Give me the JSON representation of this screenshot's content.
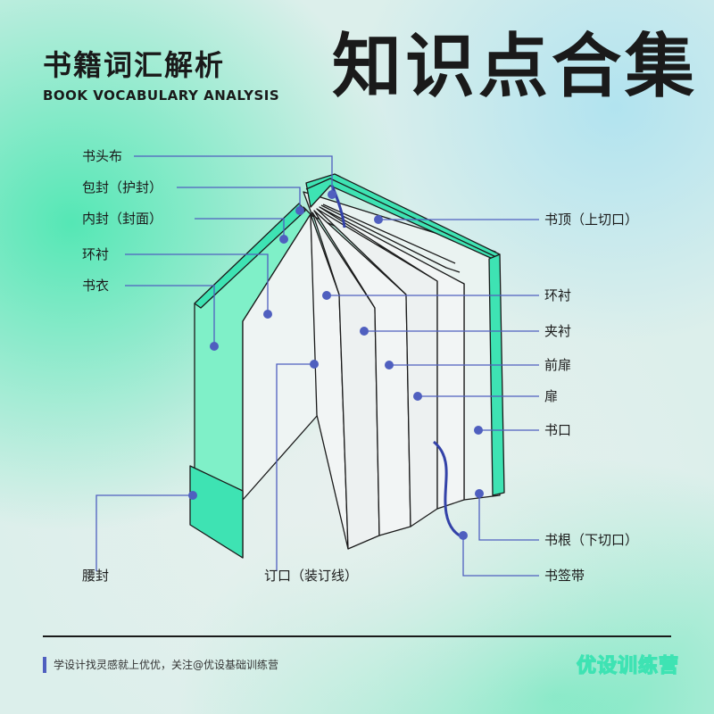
{
  "header": {
    "title_cn": "书籍词汇解析",
    "title_en": "BOOK VOCABULARY ANALYSIS",
    "title_big": "知识点合集"
  },
  "labels": {
    "headband": "书头布",
    "jacket": "包封（护封）",
    "cover": "内封（封面）",
    "endpaper_left": "环衬",
    "book_cover": "书衣",
    "belly_band": "腰封",
    "gutter": "订口（装订线）",
    "head_edge": "书顶（上切口）",
    "endpaper_right": "环衬",
    "interleaf": "夹衬",
    "front_title": "前扉",
    "title_page": "扉",
    "fore_edge": "书口",
    "tail_edge": "书根（下切口）",
    "bookmark_ribbon": "书签带"
  },
  "footer": {
    "text": "学设计找灵感就上优优，关注@优设基础训练营",
    "brand": "优设训练营"
  },
  "colors": {
    "line": "#4f5fbf",
    "dot": "#4f5fbf",
    "green": "#3ee3b3",
    "green_light": "#7ff0c8",
    "green_dark": "#2ccf9c"
  }
}
